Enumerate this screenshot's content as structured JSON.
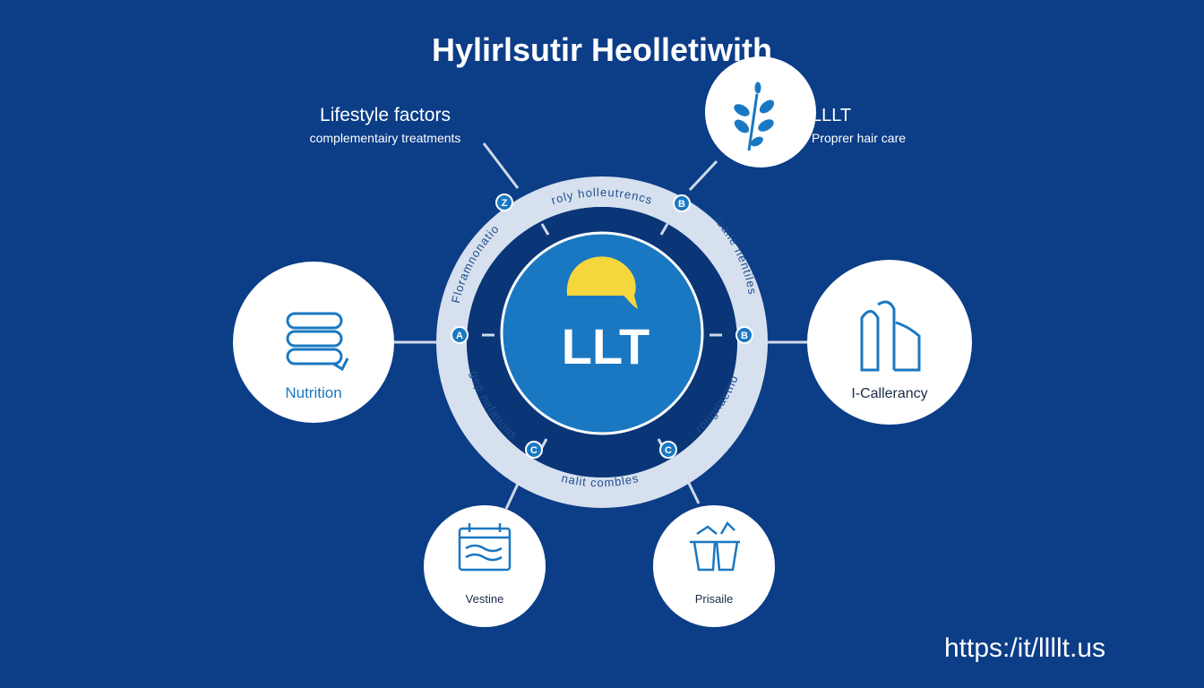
{
  "title": "Hylirlsutir Heolletiwith",
  "center": {
    "label": "LLT",
    "icon": "hair-icon"
  },
  "top_left": {
    "title": "Lifestyle factors",
    "subtitle": "complementairy treatments"
  },
  "top_right": {
    "title": "LLLT",
    "subtitle": "Proprer hair care",
    "icon": "plant-leaf-icon"
  },
  "left": {
    "label": "Nutrition",
    "icon": "stacked-layers-icon"
  },
  "right": {
    "label": "I-Callerancy",
    "icon": "hair-strand-icon"
  },
  "bottom_left": {
    "label": "Vestine",
    "icon": "calendar-icon"
  },
  "bottom_right": {
    "label": "Prisaile",
    "icon": "basket-icon"
  },
  "ring_texts": {
    "top": "roly holleutrencs",
    "top_right": "iualle nentiles",
    "left": "Floramnonatio",
    "bottom_left": "gep nefations",
    "bottom": "nalit combles",
    "bottom_right": "rongriaetno"
  },
  "badges": [
    "Z",
    "B",
    "A",
    "B",
    "C",
    "C"
  ],
  "url": "https:/it/llllt.us",
  "colors": {
    "background": "#0c3d87",
    "accent": "#1a78c2",
    "ring": "#d6e0ee",
    "hair": "#f5d63d"
  }
}
